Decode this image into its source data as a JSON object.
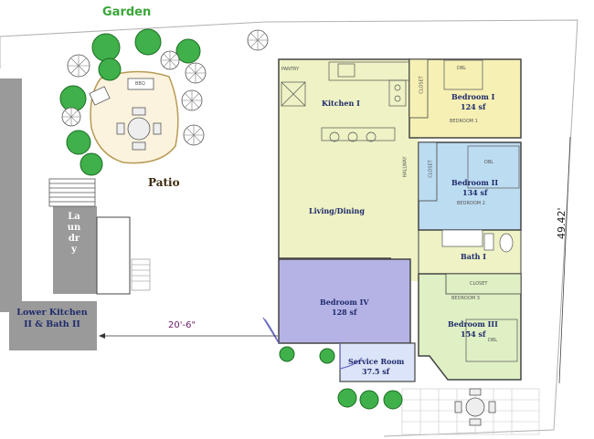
{
  "labels": {
    "garden": "Garden",
    "patio": "Patio",
    "laundry": "Laundry",
    "lower_kitchen": "Lower Kitchen II & Bath II",
    "kitchen": "Kitchen I",
    "living": "Living/Dining",
    "bedroom1_name": "Bedroom I",
    "bedroom1_area": "124 sf",
    "bedroom2_name": "Bedroom II",
    "bedroom2_area": "134 sf",
    "bath1": "Bath I",
    "bedroom3_name": "Bedroom III",
    "bedroom3_area": "154 sf",
    "bedroom4_name": "Bedroom IV",
    "bedroom4_area": "128 sf",
    "service_name": "Service Room",
    "service_area": "37.5 sf"
  },
  "dimensions": {
    "width_label": "20'-6\"",
    "depth_label": "49.42'"
  },
  "small_text": {
    "pantry": "PANTRY",
    "closet1": "CLOSET",
    "closet2": "CLOSET",
    "closet3": "CLOSET",
    "hallway": "HALLWAY",
    "bedroom1_caps": "BEDROOM 1",
    "bedroom2_caps": "BEDROOM 2",
    "bedroom3_caps": "BEDROOM 3",
    "dbl1": "DBL",
    "dbl2": "DBL",
    "dbl3": "DBL",
    "bbq": "BBQ"
  },
  "colors": {
    "kitchen_living": "#eef2c4",
    "bedroom1": "#f6f0b4",
    "bedroom2": "#bcdcf2",
    "bedroom3": "#dff0c4",
    "bedroom4": "#b5b3e6",
    "service": "#dbe4f8",
    "building_gray": "#9a9a9a",
    "text_navy": "#1f2a6b",
    "garden_green": "#3aa53a"
  }
}
